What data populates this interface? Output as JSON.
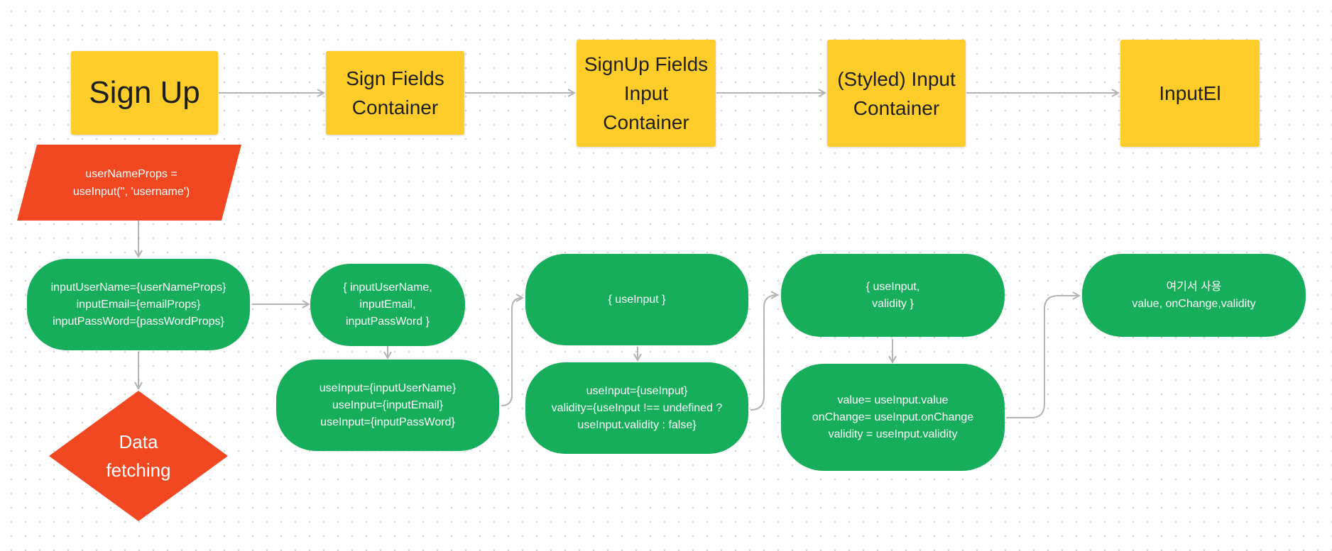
{
  "colors": {
    "sticky": "#ffcd2a",
    "green": "#16ae5a",
    "orange": "#f24822",
    "connector": "#b3b3b3",
    "dots": "#d6d6d6"
  },
  "stickies": {
    "sign_up": "Sign Up",
    "sign_fields_container": "Sign Fields\nContainer",
    "signup_fields_input_container": "SignUp Fields\nInput\nContainer",
    "styled_input_container": "(Styled) Input\nContainer",
    "input_el": "InputEl"
  },
  "shapes": {
    "user_name_props": "userNameProps =\nuseInput('', 'username')",
    "data_fetching": "Data\nfetching"
  },
  "pills": {
    "signup_props": "inputUserName={userNameProps}\ninputEmail={emailProps}\ninputPassWord={passWordProps}",
    "destructure_fields": "{ inputUserName,\ninputEmail,\ninputPassWord }",
    "use_input_fields": "useInput={inputUserName}\nuseInput={inputEmail}\nuseInput={inputPassWord}",
    "destructure_use_input": "{ useInput }",
    "use_input_validity": "useInput={useInput}\nvalidity={useInput !== undefined ?\nuseInput.validity : false}",
    "destructure_use_input_validity": "{ useInput,\nvalidity }",
    "value_onchange_validity": "value= useInput.value\nonChange= useInput.onChange\nvalidity = useInput.validity",
    "final_use": "여기서 사용\nvalue, onChange,validity"
  }
}
